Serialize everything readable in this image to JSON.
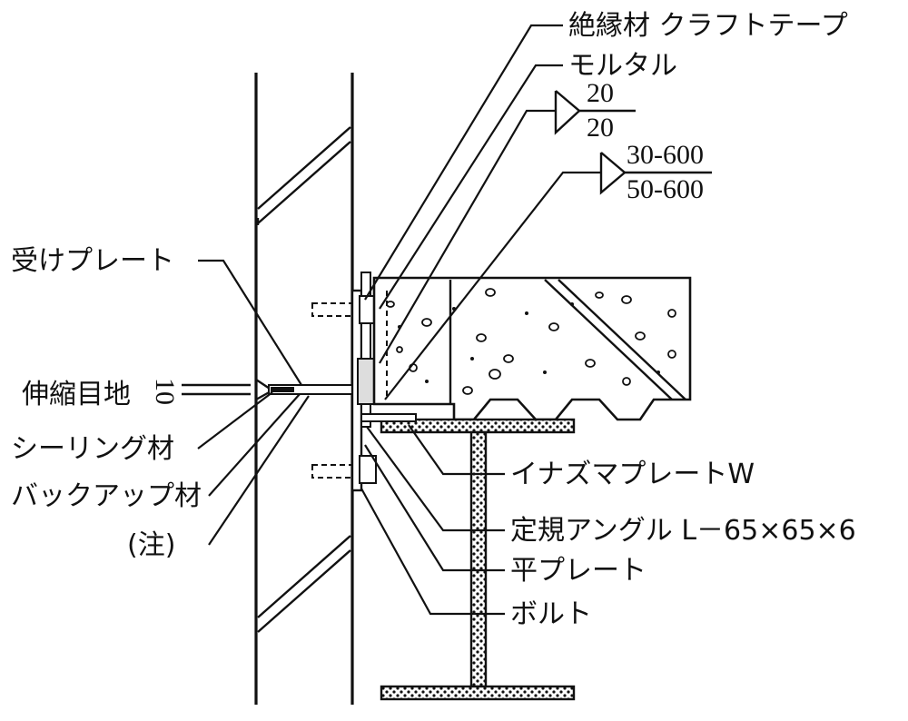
{
  "labels": {
    "insulation": "絶縁材 クラフトテープ",
    "mortar": "モルタル",
    "weld1_top": "20",
    "weld1_bottom": "20",
    "weld2_top": "30-600",
    "weld2_bottom": "50-600",
    "receiving_plate": "受けプレート",
    "expansion_joint": "伸縮目地",
    "joint_width": "10",
    "sealing": "シーリング材",
    "backup": "バックアップ材",
    "note": "(注)",
    "deck_plate": "イナズマプレートW",
    "angle": "定規アングル L－65×65×6",
    "flat_plate": "平プレート",
    "bolt": "ボルト"
  }
}
